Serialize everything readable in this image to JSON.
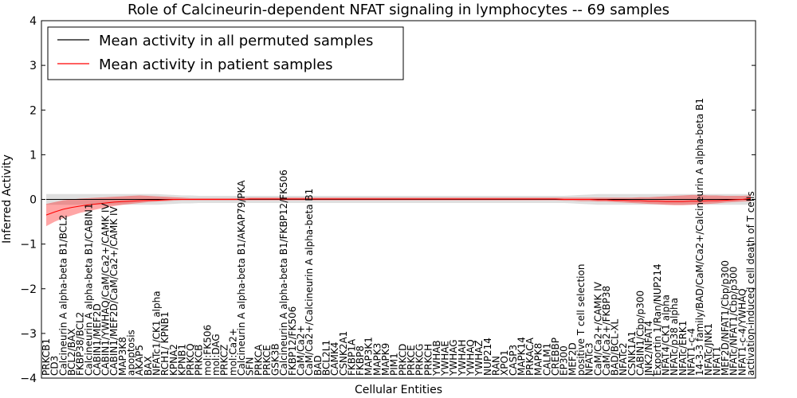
{
  "chart_data": {
    "type": "line",
    "title": "Role of Calcineurin-dependent NFAT signaling in lymphocytes -- 69 samples",
    "xlabel": "Cellular Entities",
    "ylabel": "Inferred Activity",
    "ylim": [
      -4,
      4
    ],
    "yticks": [
      -4,
      -3,
      -2,
      -1,
      0,
      1,
      2,
      3,
      4
    ],
    "grid": false,
    "legend_position": "top-left",
    "categories": [
      "PRKCB1",
      "CD3",
      "Calcineurin A alpha-beta B1/BCL2",
      "BCL2/BAX",
      "FKBP38/BCL2",
      "Calcineurin A alpha-beta B1/CABIN1",
      "CABIN1/MEF2D",
      "CABIN1/YWHAQ/CaM/Ca2+/CAMK IV",
      "CABIN1/MEF2D/CaM/Ca2+/CAMK IV",
      "MAP3K8",
      "apoptosis",
      "AKAP5",
      "BAX",
      "NFATc1/CK1 alpha",
      "RCH1/ KPNB1",
      "KPNA2",
      "KPNB1",
      "PRKCQ",
      "PRKCB",
      "mol:FK506",
      "mol:DAG",
      "PRKCZ",
      "mol:Ca2+",
      "Calcineurin A alpha-beta B1/AKAP79/PKA",
      "SFN",
      "PRKCA",
      "PRKCE",
      "GSK3B",
      "Calcineurin A alpha-beta B1/FKBP12/FK506",
      "FKBP12/FK506",
      "CaM/Ca2+",
      "CaM/Ca2+/Calcineurin A alpha-beta B1",
      "BAD",
      "BCL2L1",
      "CAMK4",
      "CSNK2A1",
      "FKBP1A",
      "FKBP8",
      "MAP3K1",
      "MAPK3",
      "MAPK9",
      "PIM1",
      "PRKCD",
      "PRKCE",
      "PRKCG",
      "PRKCH",
      "YWHAB",
      "YWHAE",
      "YWHAG",
      "YWHAH",
      "YWHAQ",
      "YWHAZ",
      "NUP214",
      "RAN",
      "XPO1",
      "CASP3",
      "MAPK14",
      "PRKACA",
      "MAPK8",
      "CALM1",
      "CREBBP",
      "EP300",
      "MEF2D",
      "positive T cell selection",
      "NFATc3",
      "CaM/Ca2+/CAMK IV",
      "CaM/Ca2+/FKBP38",
      "BAD/BCL-XL",
      "NFATc2",
      "CSNK1A1",
      "CABIN1/Cbp/p300",
      "JNK2/NFAT4",
      "Exportin 1/Ran/NUP214",
      "NFAT4/CK1 alpha",
      "NFATc/p38 alpha",
      "NFATc/ERK1",
      "NFAT1-c-4",
      "14-3-3 family/BAD/CaM/Ca2+/Calcineurin A alpha-beta B1",
      "NFATc/JNK1",
      "NFAT1",
      "MEF2D/NFAT1/Cbp/p300",
      "NFATc/NFAT1/Cbp/p300",
      "NFAT1-c-4/YWHAQ",
      "activation-induced cell death of T cells"
    ],
    "series": [
      {
        "name": "Mean activity in all permuted samples",
        "color": "#000000",
        "values": [
          0,
          0,
          0,
          0,
          0,
          0,
          0,
          0,
          0,
          0,
          0,
          0,
          0,
          0,
          0,
          0,
          0,
          0,
          0,
          0,
          0,
          0,
          0,
          0,
          0,
          0,
          0,
          0,
          0,
          0,
          0,
          0,
          0,
          0,
          0,
          0,
          0,
          0,
          0,
          0,
          0,
          0,
          0,
          0,
          0,
          0,
          0,
          0,
          0,
          0,
          0,
          0,
          0,
          0,
          0,
          0,
          0,
          0,
          0,
          0,
          0,
          0,
          0,
          0,
          0,
          0,
          0,
          0,
          0,
          0,
          0,
          0,
          0,
          0,
          0,
          0,
          0,
          0,
          0,
          0,
          0,
          0,
          0,
          0
        ],
        "band_lower": [
          -0.12,
          -0.12,
          -0.12,
          -0.12,
          -0.12,
          -0.12,
          -0.12,
          -0.12,
          -0.12,
          -0.12,
          -0.12,
          -0.12,
          -0.12,
          -0.12,
          -0.11,
          -0.1,
          -0.09,
          -0.09,
          -0.08,
          -0.08,
          -0.08,
          -0.08,
          -0.08,
          -0.08,
          -0.08,
          -0.08,
          -0.08,
          -0.08,
          -0.08,
          -0.08,
          -0.08,
          -0.08,
          -0.08,
          -0.08,
          -0.08,
          -0.08,
          -0.08,
          -0.08,
          -0.08,
          -0.08,
          -0.08,
          -0.08,
          -0.08,
          -0.08,
          -0.08,
          -0.08,
          -0.08,
          -0.08,
          -0.08,
          -0.08,
          -0.08,
          -0.08,
          -0.08,
          -0.08,
          -0.08,
          -0.08,
          -0.08,
          -0.08,
          -0.08,
          -0.08,
          -0.08,
          -0.08,
          -0.09,
          -0.1,
          -0.11,
          -0.12,
          -0.12,
          -0.12,
          -0.12,
          -0.12,
          -0.12,
          -0.12,
          -0.12,
          -0.12,
          -0.12,
          -0.12,
          -0.12,
          -0.12,
          -0.12,
          -0.12,
          -0.12,
          -0.12,
          -0.12,
          -0.12
        ],
        "band_upper": [
          0.12,
          0.12,
          0.12,
          0.12,
          0.12,
          0.12,
          0.12,
          0.12,
          0.12,
          0.12,
          0.12,
          0.12,
          0.12,
          0.12,
          0.11,
          0.1,
          0.09,
          0.09,
          0.08,
          0.08,
          0.08,
          0.08,
          0.08,
          0.08,
          0.08,
          0.08,
          0.08,
          0.08,
          0.08,
          0.08,
          0.08,
          0.08,
          0.08,
          0.08,
          0.08,
          0.08,
          0.08,
          0.08,
          0.08,
          0.08,
          0.08,
          0.08,
          0.08,
          0.08,
          0.08,
          0.08,
          0.08,
          0.08,
          0.08,
          0.08,
          0.08,
          0.08,
          0.08,
          0.08,
          0.08,
          0.08,
          0.08,
          0.08,
          0.08,
          0.08,
          0.08,
          0.08,
          0.09,
          0.1,
          0.11,
          0.12,
          0.12,
          0.12,
          0.12,
          0.12,
          0.12,
          0.12,
          0.12,
          0.12,
          0.12,
          0.12,
          0.12,
          0.12,
          0.12,
          0.12,
          0.12,
          0.12,
          0.12,
          0.12
        ]
      },
      {
        "name": "Mean activity in patient samples",
        "color": "#ff0000",
        "values": [
          -0.35,
          -0.28,
          -0.22,
          -0.18,
          -0.15,
          -0.12,
          -0.1,
          -0.08,
          -0.06,
          -0.05,
          -0.04,
          -0.03,
          -0.02,
          -0.02,
          -0.01,
          0,
          0,
          0,
          0,
          0,
          0,
          0,
          0,
          0,
          0.01,
          0.01,
          0.01,
          0.01,
          0.01,
          0.01,
          0.01,
          0.01,
          0.01,
          0.01,
          0.01,
          0.01,
          0.01,
          0.01,
          0.01,
          0.01,
          0.01,
          0.01,
          0.01,
          0.01,
          0.01,
          0.01,
          0.01,
          0.01,
          0.01,
          0.01,
          0.01,
          0.01,
          0.01,
          0.01,
          0.01,
          0.01,
          0.01,
          0.01,
          0.01,
          0.01,
          0.01,
          0,
          0,
          0,
          0,
          -0.01,
          -0.01,
          -0.02,
          -0.02,
          -0.03,
          -0.03,
          -0.04,
          -0.04,
          -0.05,
          -0.05,
          -0.05,
          -0.04,
          -0.04,
          -0.03,
          -0.03,
          -0.02,
          -0.01,
          0,
          0.02
        ],
        "band_lower": [
          -0.6,
          -0.5,
          -0.42,
          -0.36,
          -0.3,
          -0.26,
          -0.22,
          -0.18,
          -0.15,
          -0.12,
          -0.1,
          -0.08,
          -0.06,
          -0.05,
          -0.04,
          -0.03,
          -0.02,
          -0.02,
          -0.02,
          -0.02,
          -0.02,
          -0.02,
          -0.02,
          -0.02,
          -0.02,
          -0.02,
          -0.02,
          -0.02,
          -0.02,
          -0.02,
          -0.02,
          -0.02,
          -0.02,
          -0.02,
          -0.02,
          -0.02,
          -0.02,
          -0.02,
          -0.02,
          -0.02,
          -0.02,
          -0.02,
          -0.02,
          -0.02,
          -0.02,
          -0.02,
          -0.02,
          -0.02,
          -0.02,
          -0.02,
          -0.02,
          -0.02,
          -0.02,
          -0.02,
          -0.02,
          -0.02,
          -0.02,
          -0.02,
          -0.02,
          -0.02,
          -0.02,
          -0.03,
          -0.03,
          -0.04,
          -0.04,
          -0.05,
          -0.05,
          -0.06,
          -0.07,
          -0.08,
          -0.09,
          -0.1,
          -0.11,
          -0.12,
          -0.13,
          -0.13,
          -0.12,
          -0.11,
          -0.1,
          -0.09,
          -0.07,
          -0.06,
          -0.05,
          -0.04
        ],
        "band_upper": [
          -0.1,
          -0.06,
          -0.02,
          0,
          0.02,
          0.03,
          0.04,
          0.05,
          0.06,
          0.07,
          0.08,
          0.09,
          0.08,
          0.07,
          0.06,
          0.05,
          0.04,
          0.03,
          0.03,
          0.03,
          0.03,
          0.03,
          0.03,
          0.03,
          0.04,
          0.04,
          0.04,
          0.04,
          0.04,
          0.04,
          0.04,
          0.04,
          0.04,
          0.04,
          0.04,
          0.04,
          0.04,
          0.04,
          0.04,
          0.04,
          0.04,
          0.04,
          0.04,
          0.04,
          0.04,
          0.04,
          0.04,
          0.04,
          0.04,
          0.04,
          0.04,
          0.04,
          0.04,
          0.04,
          0.04,
          0.04,
          0.04,
          0.04,
          0.04,
          0.04,
          0.04,
          0.04,
          0.04,
          0.04,
          0.04,
          0.04,
          0.04,
          0.04,
          0.04,
          0.04,
          0.05,
          0.05,
          0.06,
          0.07,
          0.08,
          0.09,
          0.1,
          0.1,
          0.09,
          0.09,
          0.08,
          0.08,
          0.08,
          0.09
        ]
      }
    ]
  }
}
